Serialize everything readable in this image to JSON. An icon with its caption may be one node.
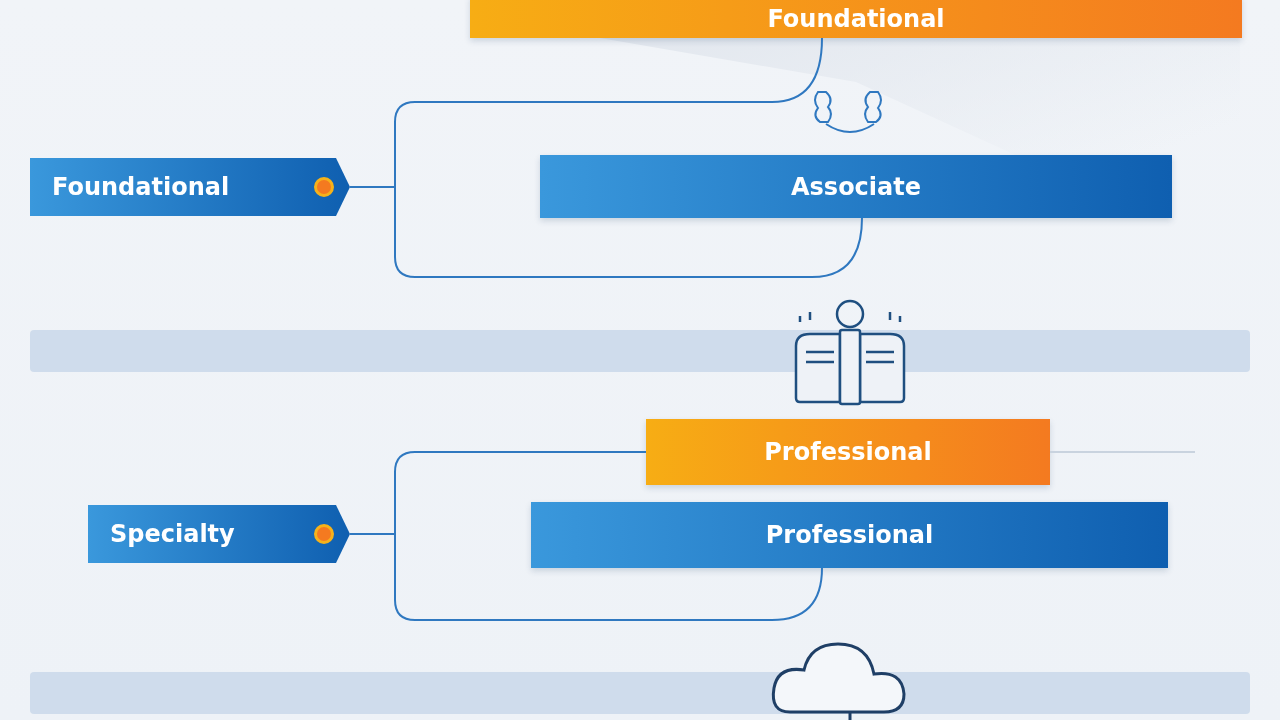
{
  "diagram": {
    "nodes": [
      {
        "text": [
          "Foundational"
        ]
      },
      {
        "text": [
          "Foundational"
        ]
      },
      {
        "text": [
          "Associate"
        ]
      },
      {
        "text": [],
        "shape": "bar"
      },
      {
        "text": [
          "Specialty"
        ]
      },
      {
        "text": [
          "Professional"
        ]
      },
      {
        "text": [
          "Professional"
        ]
      },
      {
        "text": [],
        "shape": "bar"
      }
    ],
    "edges": [
      {
        "from": 1,
        "to": 0,
        "arrow": "none"
      },
      {
        "from": 1,
        "to": 2,
        "arrow": "none"
      },
      {
        "from": 4,
        "to": 5,
        "arrow": "none"
      },
      {
        "from": 4,
        "to": 6,
        "arrow": "none"
      }
    ]
  }
}
